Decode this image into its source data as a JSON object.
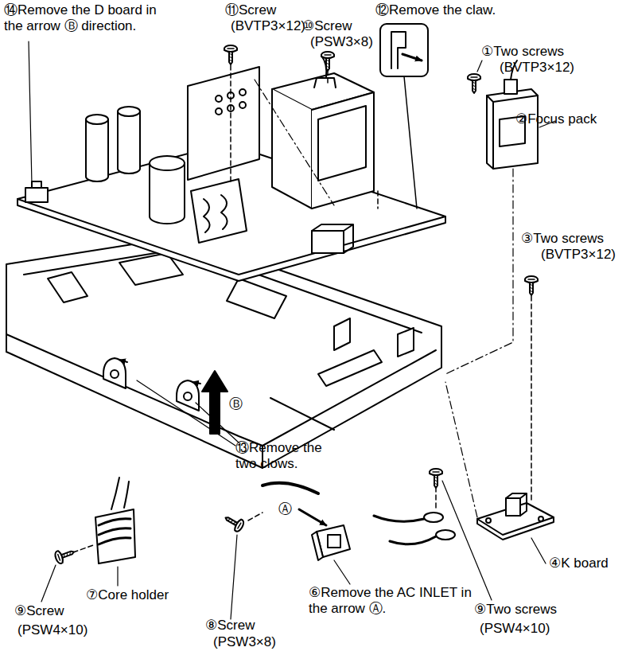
{
  "diagram": {
    "labels": [
      "⑭Remove the D board in the arrow Ⓑ direction.",
      "⑪Screw",
      "(BVTP3×12)",
      "⑩Screw",
      "(PSW3×8)",
      "⑫Remove the claw.",
      "①Two screws",
      "(BVTP3×12)",
      "②Focus pack",
      "③Two screws",
      "(BVTP3×12)",
      "Ⓑ",
      "⑬Remove the two clows.",
      "④K board",
      "⑨Two screws",
      "(PSW4×10)",
      "⑨Screw",
      "(PSW4×10)",
      "⑦Core holder",
      "⑧Screw",
      "(PSW3×8)",
      "⑥Remove the AC INLET in the arrow Ⓐ.",
      "Ⓐ"
    ]
  }
}
